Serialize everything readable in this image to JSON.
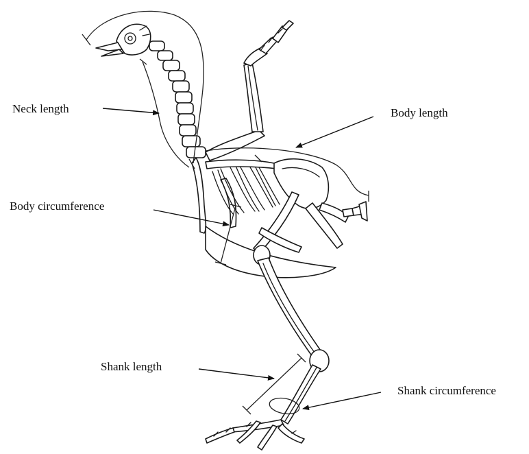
{
  "labels": {
    "neck_length": "Neck length",
    "body_length": "Body length",
    "body_circumference": "Body circumference",
    "shank_length": "Shank length",
    "shank_circumference": "Shank circumference"
  },
  "colors": {
    "ink": "#111111",
    "background": "#ffffff"
  }
}
